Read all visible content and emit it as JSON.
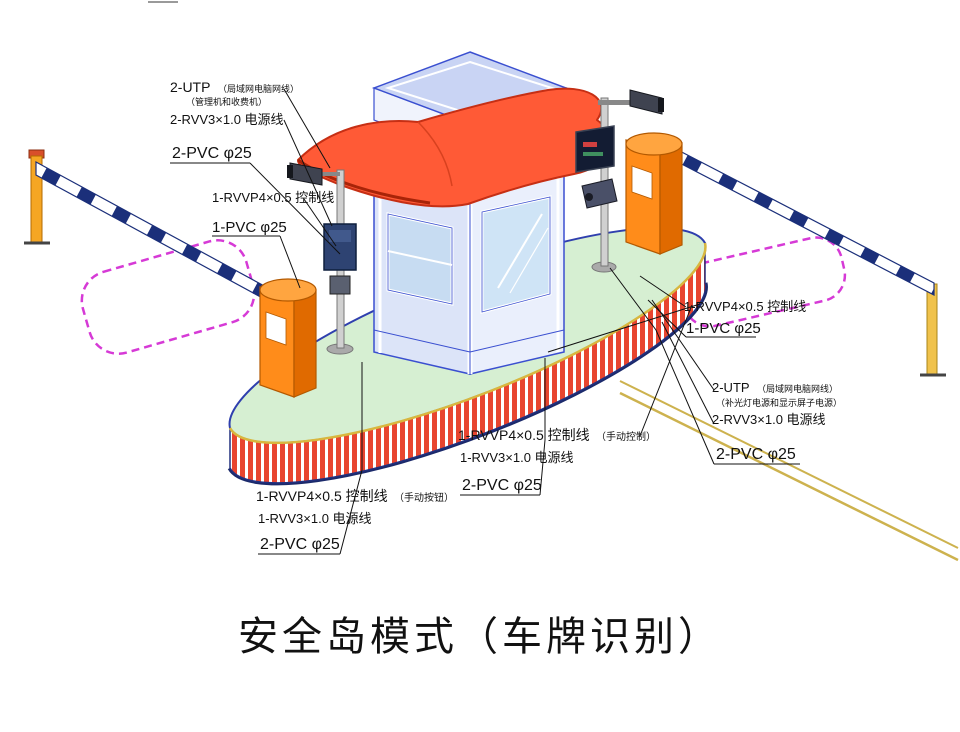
{
  "title": "安全岛模式（车牌识别）",
  "labels": {
    "top_left": {
      "code": "2-UTP",
      "code_note": "（局域网电脑网线）",
      "note2": "（管理机和收费机）",
      "power": "2-RVV3×1.0 电源线",
      "conduit": "2-PVC φ25"
    },
    "left_mid": {
      "control": "1-RVVP4×0.5 控制线",
      "conduit": "1-PVC φ25"
    },
    "right_mid": {
      "control": "1-RVVP4×0.5 控制线",
      "conduit": "1-PVC φ25"
    },
    "center_bottom": {
      "control": "1-RVVP4×0.5 控制线",
      "control_note": "（手动控制）",
      "power": "1-RVV3×1.0 电源线",
      "conduit": "2-PVC φ25"
    },
    "bottom_left": {
      "control": "1-RVVP4×0.5 控制线",
      "control_note": "（手动按钮）",
      "power": "1-RVV3×1.0 电源线",
      "conduit": "2-PVC φ25"
    },
    "right_bottom": {
      "code": "2-UTP",
      "code_note": "（局域网电脑网线）",
      "note2": "（补光灯电源和显示屏子电源）",
      "power": "2-RVV3×1.0 电源线",
      "conduit": "2-PVC φ25"
    }
  },
  "colors": {
    "canopy_orange": "#ff5a36",
    "island_green": "#d6efd2",
    "stripe_red": "#e8452f",
    "loop_magenta": "#d63ad6",
    "booth_blue": "#3a4fd0",
    "barrier_orange": "#ff8c1a",
    "road_line_yellow": "#cdb24e"
  }
}
